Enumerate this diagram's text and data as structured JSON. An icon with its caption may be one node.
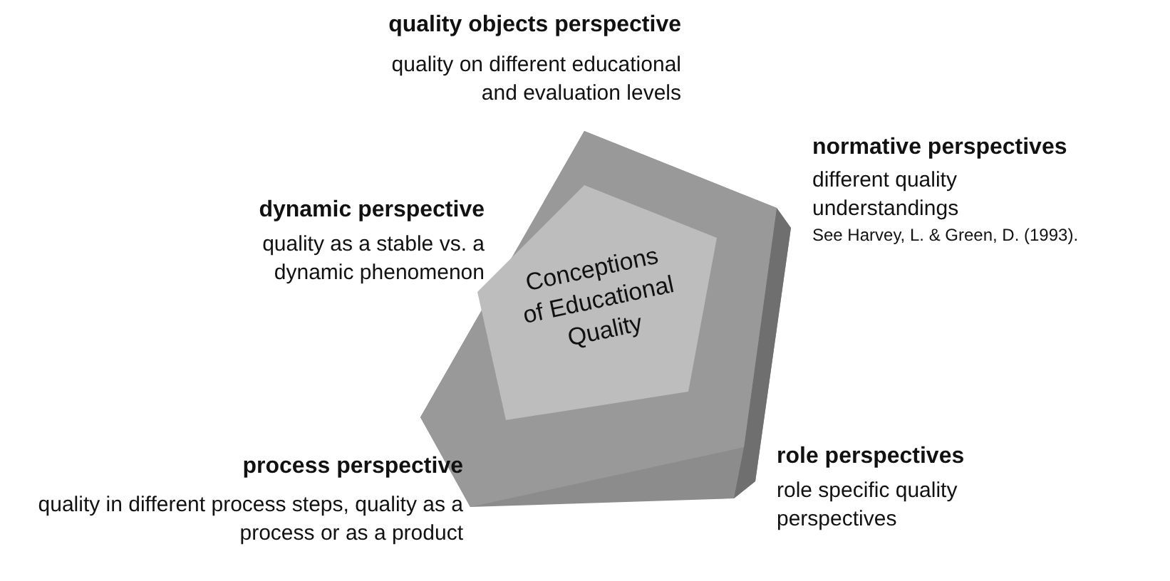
{
  "diagram": {
    "nodes": [
      {
        "text": [],
        "shape": "pentagon"
      },
      {
        "text": [
          "Conceptions of Educational Quality"
        ],
        "in": 0
      }
    ],
    "edges": [],
    "labels": [
      "quality objects perspective",
      "quality on different educational and evaluation levels",
      "normative perspectives",
      "dynamic perspective",
      "different quality understandings",
      "See Harvey, L. & Green, D. (1993).",
      "quality as a stable vs. a dynamic phenomenon",
      "role perspectives",
      "process perspective",
      "role specific quality perspectives",
      "quality in different process steps, quality as a process or as a product"
    ]
  }
}
